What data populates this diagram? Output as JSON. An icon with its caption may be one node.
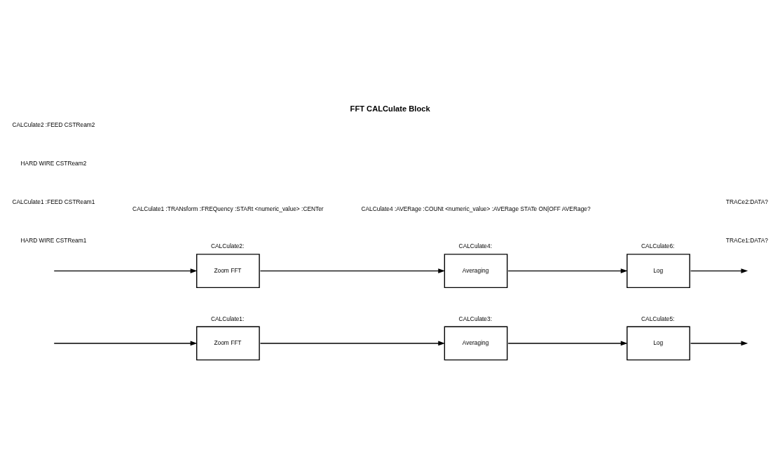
{
  "diagram": {
    "title": "FFT CALCulate Block",
    "nodes": [
      {
        "text": [
          "Zoom FFT"
        ],
        "beside": [
          "CALCulate1:"
        ]
      },
      {
        "text": [
          "Averaging"
        ],
        "beside": [
          "CALCulate3:"
        ]
      },
      {
        "text": [
          "Log"
        ],
        "beside": [
          "CALCulate5:"
        ]
      },
      {
        "text": [
          "Zoom FFT"
        ],
        "beside": [
          "CALCulate2:"
        ]
      },
      {
        "text": [
          "Averaging"
        ],
        "beside": [
          "CALCulate4:"
        ]
      },
      {
        "text": [
          "Log"
        ],
        "beside": [
          "CALCulate6:"
        ]
      }
    ],
    "edges": [
      {
        "from": null,
        "to": 0,
        "arrow": "to"
      },
      {
        "from": 0,
        "to": 1,
        "arrow": "to"
      },
      {
        "from": 1,
        "to": 2,
        "arrow": "to"
      },
      {
        "from": 2,
        "to": null,
        "arrow": "to"
      },
      {
        "from": null,
        "to": 3,
        "arrow": "to"
      },
      {
        "from": 3,
        "to": 4,
        "arrow": "to"
      },
      {
        "from": 4,
        "to": 5,
        "arrow": "to"
      },
      {
        "from": 5,
        "to": null,
        "arrow": "to"
      }
    ],
    "labels": [
      "TRACe1:DATA?",
      "HARD WIRE CSTReam1",
      "CALCulate1 :FEED CSTReam1",
      "CALCulate1 :TRANsform :FREQuency :STARt <numeric_value> :CENTer",
      "TRACe2:DATA?",
      "HARD WIRE CSTReam2",
      "CALCulate2 :FEED CSTReam2",
      "CALCulate4 :AVERage :COUNt <numeric_value> :AVERage STATe ON|OFF AVERage?"
    ]
  }
}
